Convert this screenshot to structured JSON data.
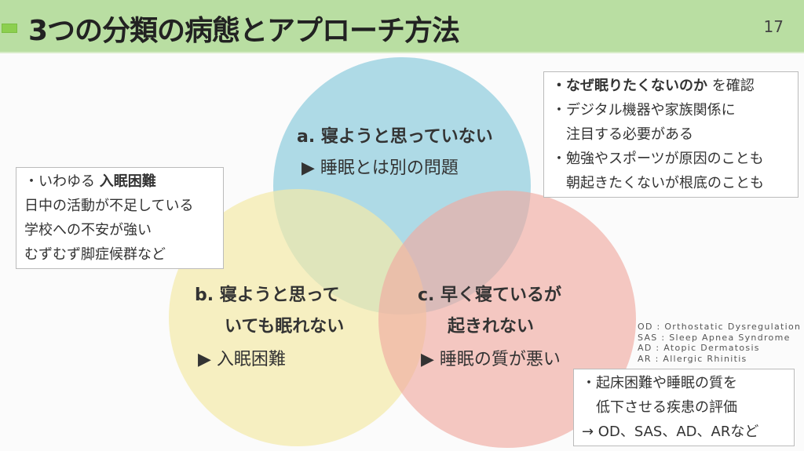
{
  "header": {
    "title": "3つの分類の病態とアプローチ方法",
    "page_number": "17"
  },
  "circles": {
    "a": {
      "title": "a. 寝ようと思っていない",
      "approach": "▶ 睡眠とは別の問題"
    },
    "b": {
      "title_line1": "b. 寝ようと思って",
      "title_line2": "いても眠れない",
      "approach": "▶ 入眠困難"
    },
    "c": {
      "title_line1": "c. 早く寝ているが",
      "title_line2": "起きれない",
      "approach": "▶ 睡眠の質が悪い"
    }
  },
  "box_a": {
    "line1_bold": "・なぜ眠りたくないのか",
    "line1_rest": " を確認",
    "line2": "・デジタル機器や家族関係に",
    "line3": "　注目する必要がある",
    "line4": "・勉強やスポーツが原因のことも",
    "line5": "　朝起きたくないが根底のことも"
  },
  "box_b": {
    "line1_prefix": "・いわゆる ",
    "line1_bold": "入眠困難",
    "line2": "日中の活動が不足している",
    "line3": "学校への不安が強い",
    "line4": "むずむず脚症候群など"
  },
  "box_c": {
    "line1": "・起床困難や睡眠の質を",
    "line2": "　低下させる疾患の評価",
    "line3": "→ OD、SAS、AD、ARなど"
  },
  "abbreviations": [
    "OD : Orthostatic Dysregulation",
    "SAS : Sleep Apnea Syndrome",
    "AD : Atopic Dermatosis",
    "AR : Allergic Rhinitis"
  ]
}
